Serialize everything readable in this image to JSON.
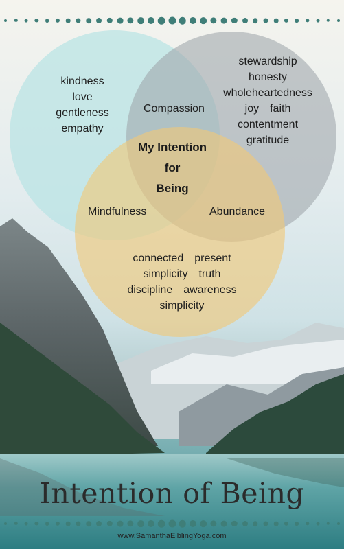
{
  "venn": {
    "circles": [
      {
        "name": "teal-circle",
        "color": "#b8e3e4"
      },
      {
        "name": "gray-circle",
        "color": "#9fa6aa"
      },
      {
        "name": "gold-circle",
        "color": "#f0c878"
      }
    ],
    "groups": {
      "teal": [
        "kindness",
        "love",
        "gentleness",
        "empathy"
      ],
      "gray": [
        "stewardship",
        "honesty",
        "wholeheartedness",
        [
          "joy",
          "faith"
        ],
        "contentment",
        "gratitude"
      ],
      "gold": [
        [
          "connected",
          "present"
        ],
        [
          "simplicity",
          "truth"
        ],
        [
          "discipline",
          "awareness"
        ],
        "simplicity"
      ]
    },
    "overlaps": {
      "teal_gray": "Compassion",
      "teal_gold": "Mindfulness",
      "gray_gold": "Abundance"
    },
    "center": [
      "My Intention",
      "for",
      "Being"
    ]
  },
  "title": "Intention of Being",
  "website": "www.SamanthaEiblingYoga.com",
  "colors": {
    "dot": "#3f7e78",
    "sky": "#e9eff0",
    "lake": "#3f8a8f",
    "mountain": "#4f5a5c",
    "forest": "#2f4a3a"
  }
}
